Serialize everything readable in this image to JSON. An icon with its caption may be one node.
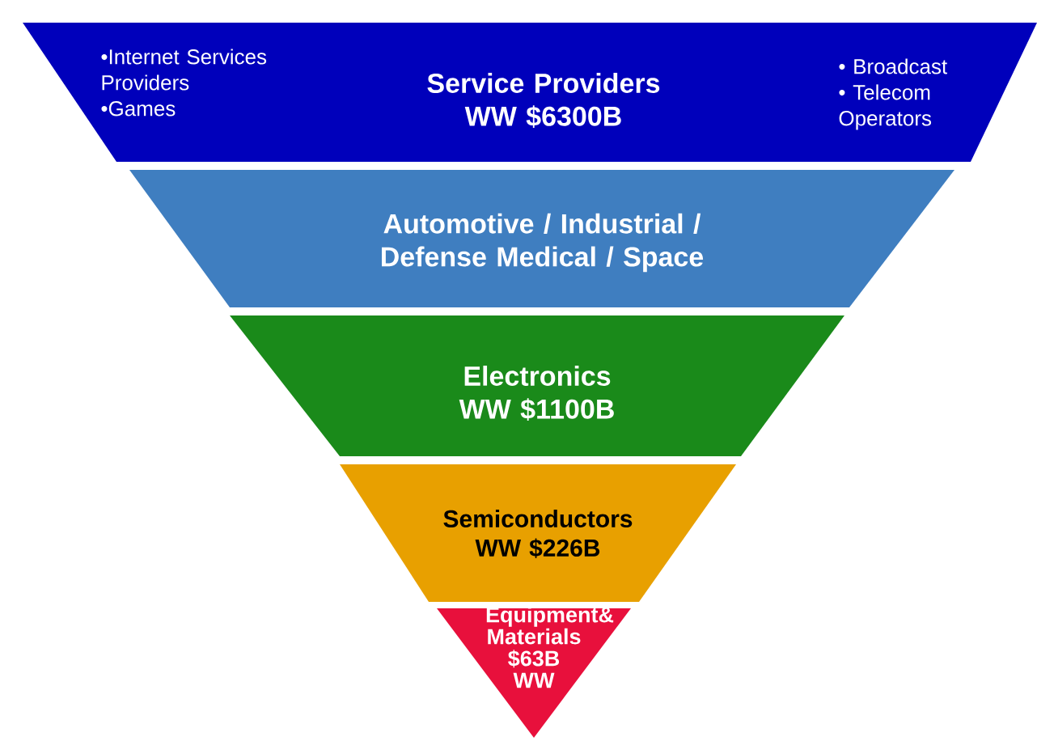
{
  "diagram": {
    "nodes": [
      {
        "text": [
          "Service Providers WW $6300B",
          "•Internet Services Providers",
          "•Games",
          "• Broadcast",
          "• Telecom Operators"
        ]
      },
      {
        "text": [
          "Automotive / Industrial / Defense Medical / Space"
        ]
      },
      {
        "text": [
          "Electronics WW $1100B"
        ]
      },
      {
        "text": [
          "Semiconductors WW $226B"
        ]
      },
      {
        "text": [
          "Equipment& Materials $63B WW"
        ]
      }
    ]
  }
}
